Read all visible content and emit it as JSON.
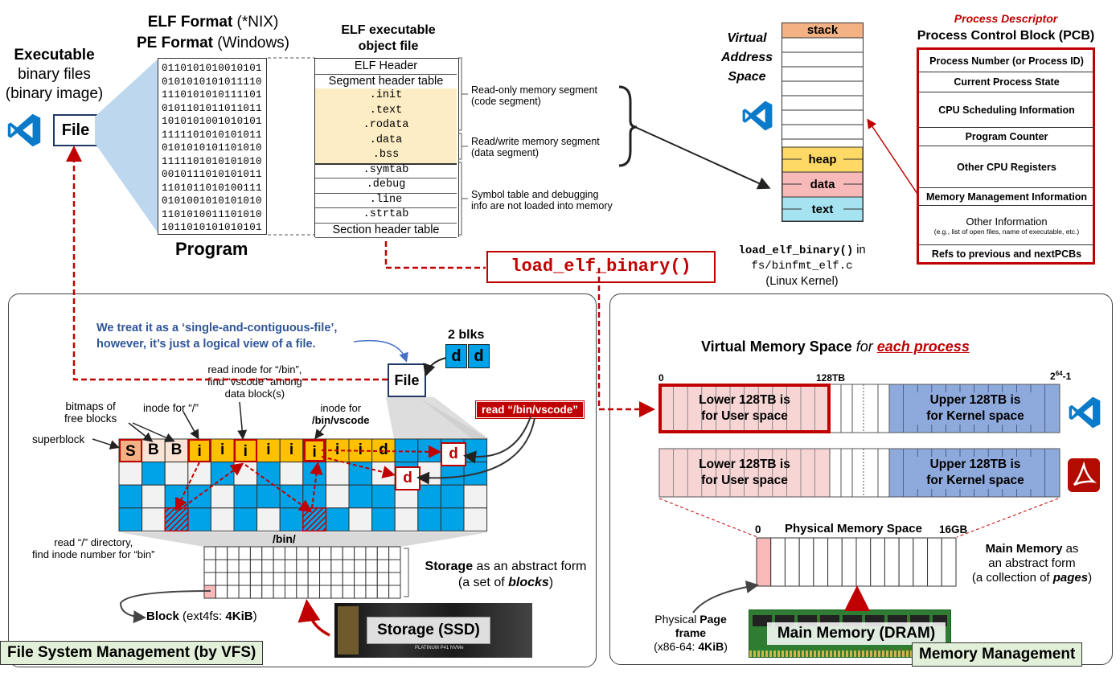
{
  "executable": {
    "title": "Executable",
    "line2": "binary files",
    "line3": "(binary image)",
    "file_label": "File"
  },
  "formats": {
    "elf_bold": "ELF Format",
    "elf_rest": " (*NIX)",
    "pe_bold": "PE Format",
    "pe_rest": " (Windows)"
  },
  "program_label": "Program",
  "binary_lines": [
    "0110101010010101",
    "0101010101011110",
    "1110101010111101",
    "0101101011011011",
    "1010101001010101",
    "1111101010101011",
    "0101010101101010",
    "1111101010101010",
    "0010111010101011",
    "1101011010100111",
    "0101001010101010",
    "1101010011101010",
    "1011010101010101"
  ],
  "elf": {
    "title1": "ELF executable",
    "title2": "object file",
    "rows": [
      "ELF Header",
      "Segment header table",
      ".init",
      ".text",
      ".rodata",
      ".data",
      ".bss",
      ".symtab",
      ".debug",
      ".line",
      ".strtab",
      "Section header table"
    ],
    "note_ro1": "Read-only memory segment",
    "note_ro2": "(code segment)",
    "note_rw1": "Read/write memory segment",
    "note_rw2": "(data segment)",
    "note_sym1": "Symbol table and debugging",
    "note_sym2": "info are not loaded into memory"
  },
  "vas": {
    "title1": "Virtual",
    "title2": "Address",
    "title3": "Space",
    "stack": "stack",
    "heap": "heap",
    "data": "data",
    "text": "text"
  },
  "loader": {
    "func": "load_elf_binary()",
    "note_func": "load_elf_binary()",
    "note_in": " in",
    "note_file": "fs/binfmt_elf.c",
    "note_kernel": "(Linux Kernel)"
  },
  "pcb": {
    "subtitle": "Process Descriptor",
    "title": "Process Control Block (PCB)",
    "rows": [
      "Process Number (or Process ID)",
      "Current Process State",
      "CPU Scheduling Information",
      "Program Counter",
      "Other CPU Registers",
      "Memory Management Information"
    ],
    "other_info": "Other Information",
    "other_info_sub": "(e.g., list of open files, name of executable, etc.)",
    "refs": "Refs to previous and next ",
    "refs_bold": "PCBs"
  },
  "fs": {
    "note1": "We treat it as a ‘single-and-contiguous-file’,",
    "note2": "however, it’s just a logical view of a file.",
    "blks": "2 blks",
    "d": "d",
    "file": "File",
    "read_path": "read “/bin/vscode”",
    "bitmaps1": "bitmaps of",
    "bitmaps2": "free blocks",
    "inode_root": "inode for “/”",
    "read_bin1": "read inode for “/bin”,",
    "read_bin2": "find “vscode” among",
    "read_bin3": "data block(s)",
    "inode_vscode1": "inode for",
    "inode_vscode2": "/bin/vscode",
    "superblock": "superblock",
    "cells": [
      "S",
      "B",
      "B",
      "i",
      "i",
      "i",
      "i",
      "i",
      "i",
      "i",
      "i",
      "d"
    ],
    "read_root1": "read “/” directory,",
    "read_root2": "find inode number for “bin”",
    "bin_dir": "/bin/",
    "storage1": "Storage",
    "storage1b": " as an abstract form",
    "storage2": "(a set of ",
    "storage2b": "blocks",
    "storage2c": ")",
    "block": "Block",
    "block_rest": " (ext4fs: ",
    "block_size": "4KiB",
    "block_end": ")",
    "ssd": "Storage (SSD)",
    "ssd_brand": "PLATINUM P41 NVMe",
    "tag": "File System Management (by VFS)"
  },
  "mm": {
    "title": "Virtual Memory Space ",
    "title_i": "for ",
    "title_u": "each process",
    "zero": "0",
    "tb128": "128TB",
    "top": "2",
    "top_sup": "64",
    "top_end": "-1",
    "lower1": "Lower 128TB is",
    "lower2": "for User space",
    "upper1": "Upper 128TB is",
    "upper2": "for Kernel space",
    "phys_zero": "0",
    "phys_title": "Physical Memory Space",
    "phys_16": "16GB",
    "main1": "Main Memory",
    "main1b": " as",
    "main2": "an abstract form",
    "main3": "(a collection of ",
    "main3b": "pages",
    "main3c": ")",
    "page1": "Physical ",
    "page1b": "Page",
    "page2": "frame",
    "page3": "(x86-64: ",
    "page3b": "4KiB",
    "page3c": ")",
    "dram": "Main Memory (DRAM)",
    "tag": "Memory Management"
  },
  "colors": {
    "red": "#c00000",
    "blue": "#00a2e8",
    "orange": "#f5b800",
    "salmon": "#f4b183",
    "pink": "#f8b9b9",
    "cyan": "#a6e3f0",
    "yellow": "#ffd966",
    "kernel": "#8ea9db",
    "user": "#f7d5d5"
  }
}
